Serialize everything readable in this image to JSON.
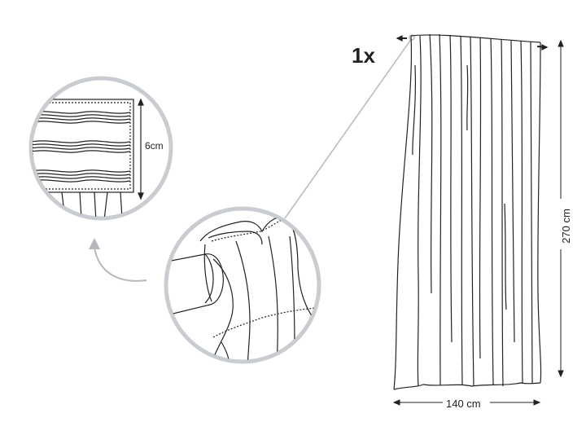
{
  "quantity_label": "1x",
  "dimensions": {
    "width_label": "140 cm",
    "height_label": "270 cm"
  },
  "detail": {
    "tape_height_label": "6cm"
  },
  "colors": {
    "line": "#222222",
    "circle_border": "#c9cdd1",
    "leader": "#b5b9bd"
  }
}
